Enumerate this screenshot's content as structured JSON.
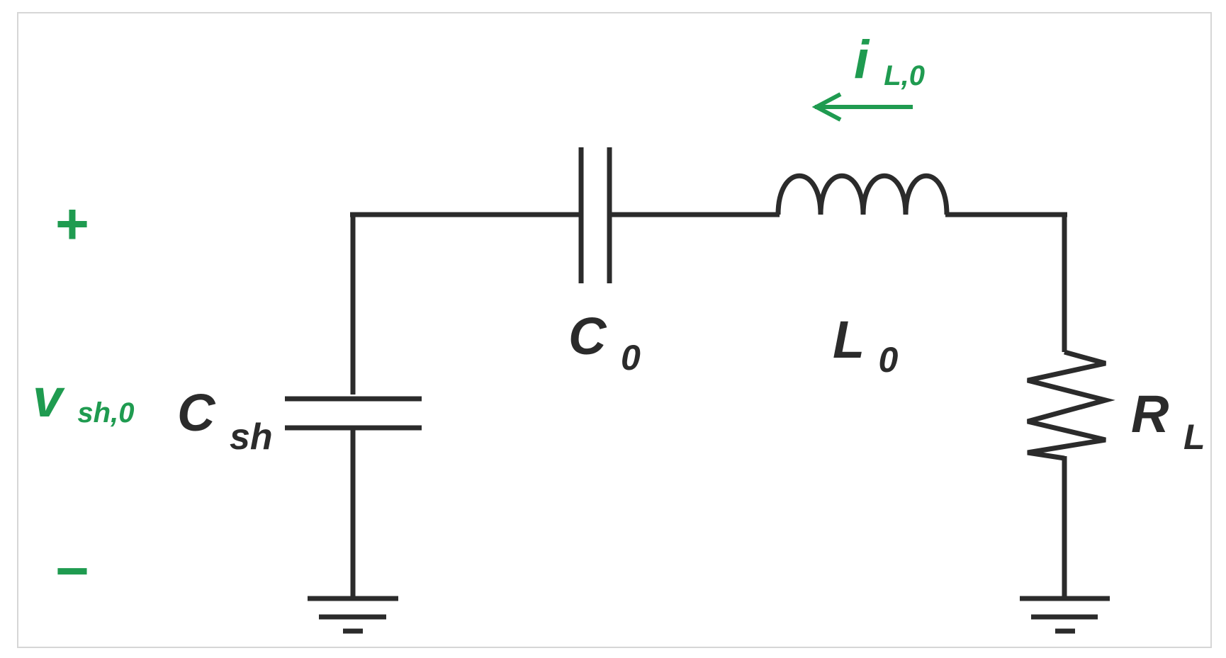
{
  "colors": {
    "wire": "#2b2b2b",
    "label": "#2b2b2b",
    "accent": "#1f9b50",
    "frame": "#d6d6d6"
  },
  "components": {
    "c0": {
      "main": "C",
      "sub": "0"
    },
    "l0": {
      "main": "L",
      "sub": "0"
    },
    "csh": {
      "main": "C",
      "sub": "sh"
    },
    "rl": {
      "main": "R",
      "sub": "L"
    }
  },
  "annotations": {
    "current": {
      "main": "i",
      "sub": "L,0"
    },
    "voltage": {
      "main": "v",
      "sub": "sh,0"
    },
    "plus": "+",
    "minus": "−"
  }
}
